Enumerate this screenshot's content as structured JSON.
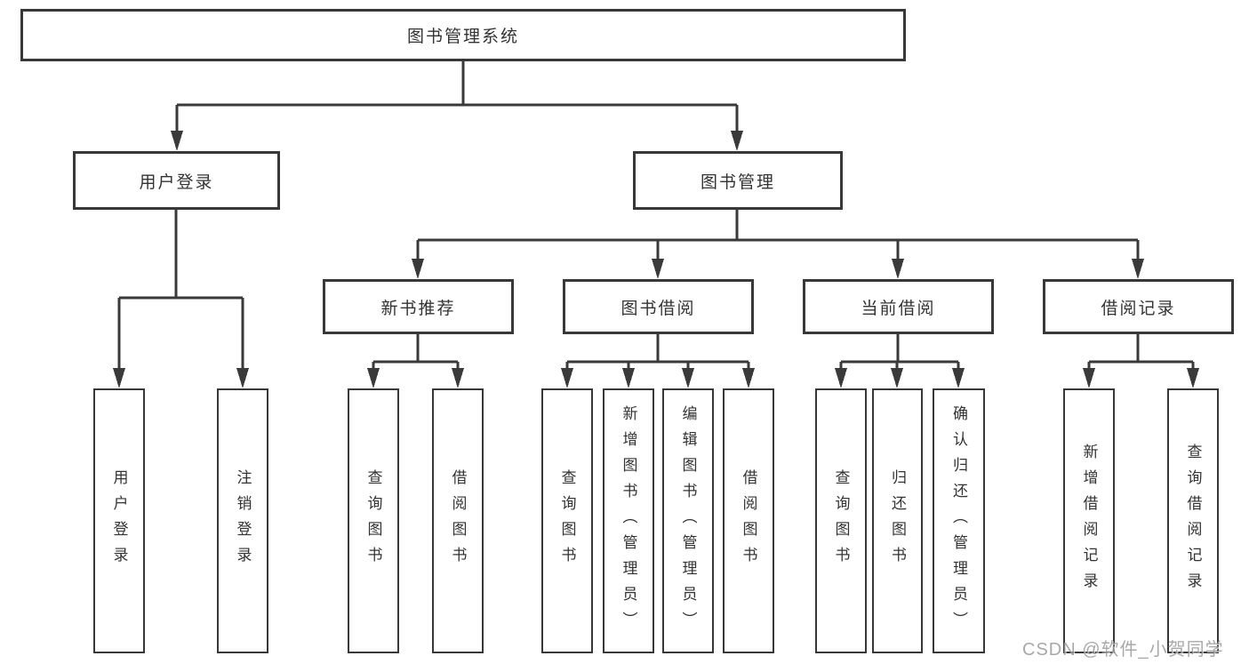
{
  "diagram": {
    "root": {
      "label": "图书管理系统",
      "children": [
        {
          "label": "用户登录",
          "children": [
            {
              "label": "用户登录"
            },
            {
              "label": "注销登录"
            }
          ]
        },
        {
          "label": "图书管理",
          "children": [
            {
              "label": "新书推荐",
              "children": [
                {
                  "label": "查询图书"
                },
                {
                  "label": "借阅图书"
                }
              ]
            },
            {
              "label": "图书借阅",
              "children": [
                {
                  "label": "查询图书"
                },
                {
                  "label": "新增图书（管理员）"
                },
                {
                  "label": "编辑图书（管理员）"
                },
                {
                  "label": "借阅图书"
                }
              ]
            },
            {
              "label": "当前借阅",
              "children": [
                {
                  "label": "查询图书"
                },
                {
                  "label": "归还图书"
                },
                {
                  "label": "确认归还（管理员）"
                }
              ]
            },
            {
              "label": "借阅记录",
              "children": [
                {
                  "label": "新增借阅记录"
                },
                {
                  "label": "查询借阅记录"
                }
              ]
            }
          ]
        }
      ]
    },
    "watermark": "CSDN @软件_小贺同学",
    "colors": {
      "line": "#3a3a3a",
      "box_border": "#383838",
      "text": "#333333",
      "background": "#ffffff",
      "watermark": "#9a9a9a"
    }
  }
}
